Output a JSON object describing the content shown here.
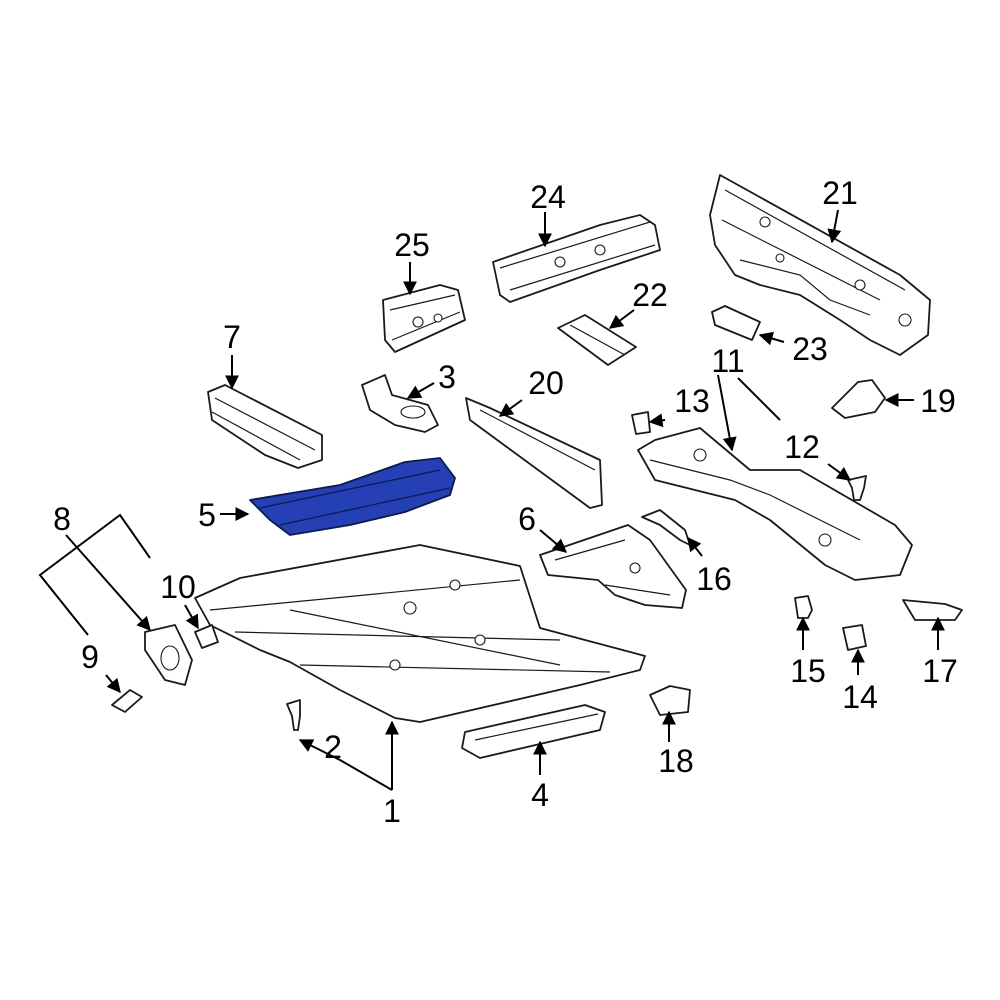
{
  "diagram": {
    "highlight_color": "#2440b4",
    "highlighted_part": "5",
    "callouts": {
      "c1": "1",
      "c2": "2",
      "c3": "3",
      "c4": "4",
      "c5": "5",
      "c6": "6",
      "c7": "7",
      "c8": "8",
      "c9": "9",
      "c10": "10",
      "c11": "11",
      "c12": "12",
      "c13": "13",
      "c14": "14",
      "c15": "15",
      "c16": "16",
      "c17": "17",
      "c18": "18",
      "c19": "19",
      "c20": "20",
      "c21": "21",
      "c22": "22",
      "c23": "23",
      "c24": "24",
      "c25": "25"
    }
  }
}
